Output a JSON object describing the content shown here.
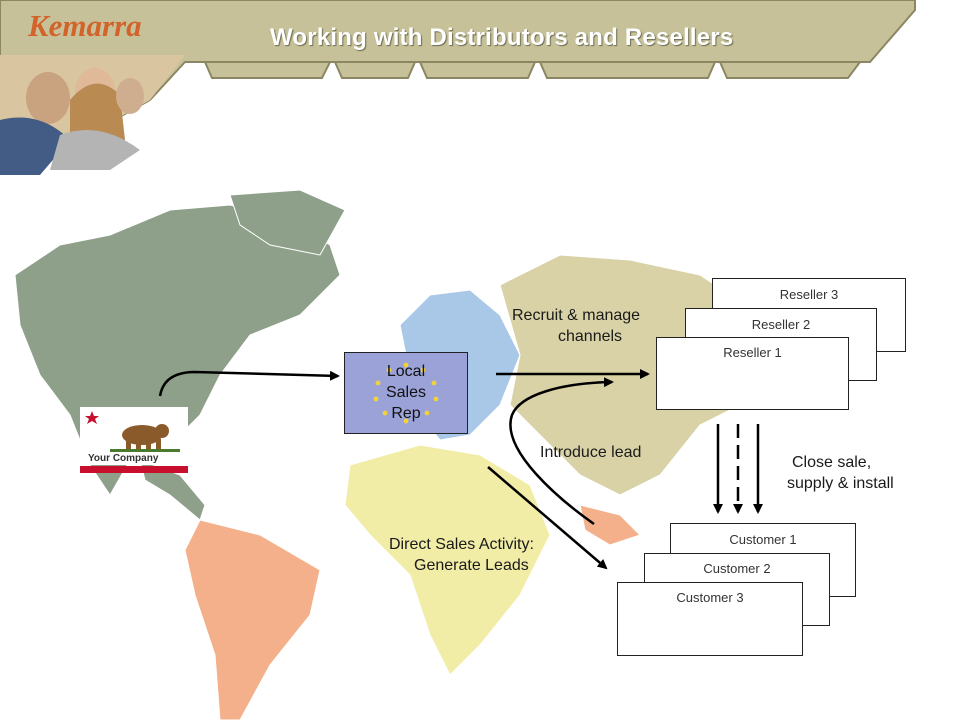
{
  "header": {
    "title": "Working with Distributors and Resellers",
    "logo_text": "Kemarra"
  },
  "diagram": {
    "company_label": "Your Company",
    "sales_rep": [
      "Local",
      "Sales",
      "Rep"
    ],
    "recruit_label": [
      "Recruit & manage",
      "channels"
    ],
    "introduce_label": "Introduce lead",
    "direct_label": [
      "Direct Sales Activity:",
      "Generate Leads"
    ],
    "close_label": [
      "Close sale,",
      "supply & install"
    ],
    "resellers": [
      "Reseller 3",
      "Reseller 2",
      "Reseller 1"
    ],
    "customers": [
      "Customer 1",
      "Customer 2",
      "Customer 3"
    ]
  },
  "colors": {
    "header_gold": "#bcb78a",
    "sales_rep_fill": "#9aa2d8",
    "flag_red": "#c8102e",
    "map_north_america": "#8ea08a",
    "map_south_america": "#f3b08a",
    "map_europe": "#a9c8e8",
    "map_africa": "#f1eca6",
    "map_asia": "#d8d2a6"
  }
}
